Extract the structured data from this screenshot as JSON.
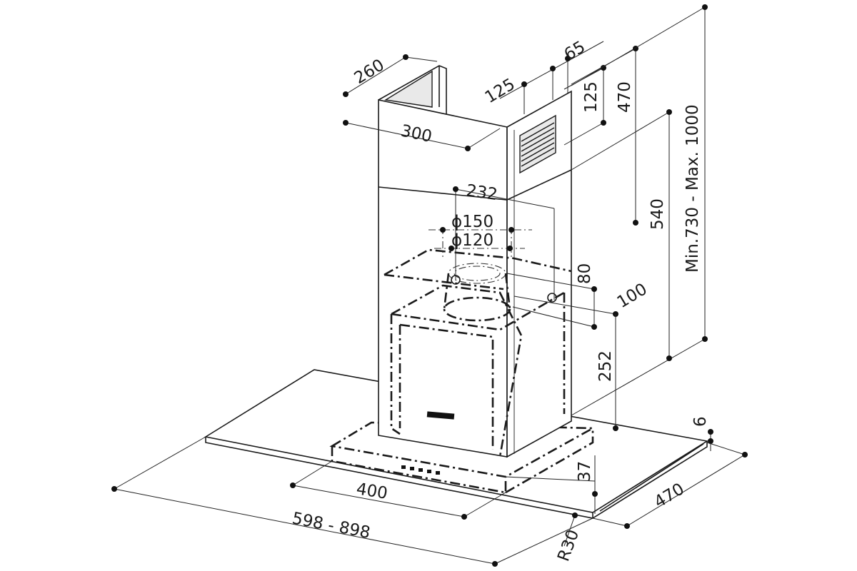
{
  "dimensions": {
    "width_top": "260",
    "depth_top": "300",
    "offset_a": "125",
    "offset_b": "65",
    "offset_c": "125",
    "chimney_upper": "470",
    "chimney_total": "Min.730 - Max. 1000",
    "chimney_lower": "540",
    "outlet_offset": "232",
    "outlet_outer": "ϕ150",
    "outlet_inner": "ϕ120",
    "collar_height": "80",
    "collar_offset": "100",
    "body_height": "252",
    "glass_thickness": "6",
    "panel_height": "37",
    "glass_depth": "470",
    "panel_width": "400",
    "glass_width": "598 - 898",
    "corner_radius": "R30"
  }
}
